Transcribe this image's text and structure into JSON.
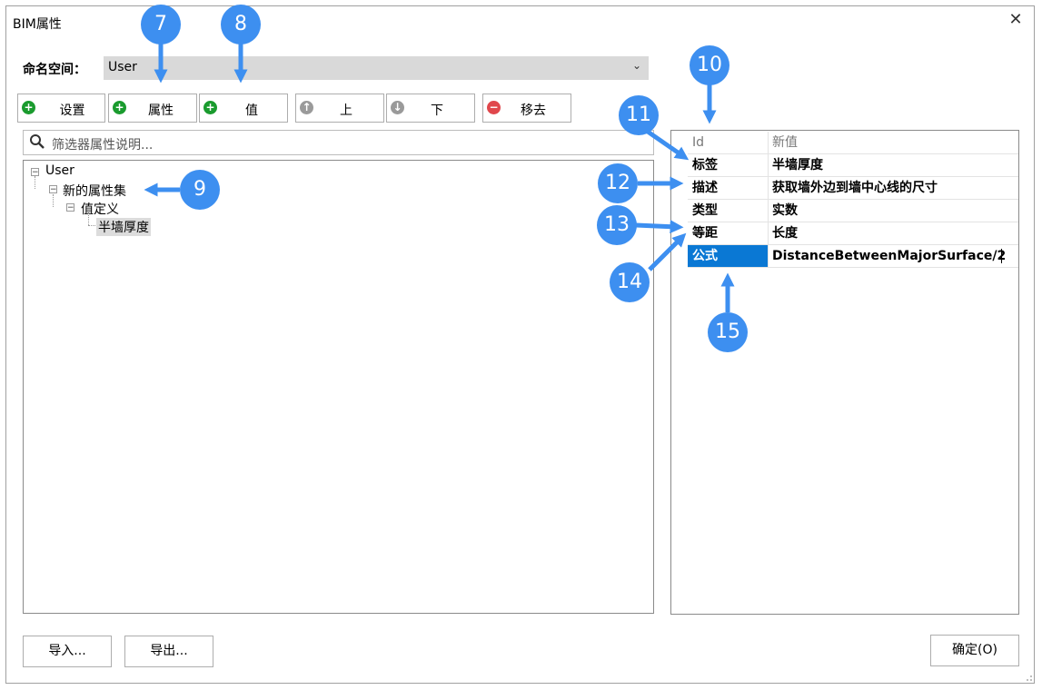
{
  "window": {
    "title": "BIM属性"
  },
  "namespace": {
    "label": "命名空间：",
    "value": "User"
  },
  "toolbar": {
    "settings_label": "设置",
    "property_label": "属性",
    "value_label": "值",
    "up_label": "上",
    "down_label": "下",
    "remove_label": "移去"
  },
  "search": {
    "placeholder": "筛选器属性说明..."
  },
  "tree": {
    "root": "User",
    "property_set": "新的属性集",
    "value_definition": "值定义",
    "selected_item": "半墙厚度"
  },
  "properties": {
    "header": {
      "key": "Id",
      "value": "新值"
    },
    "rows": [
      {
        "key": "标签",
        "value": "半墙厚度"
      },
      {
        "key": "描述",
        "value": "获取墙外边到墙中心线的尺寸"
      },
      {
        "key": "类型",
        "value": "实数"
      },
      {
        "key": "等距",
        "value": "长度"
      },
      {
        "key": "公式",
        "value": "DistanceBetweenMajorSurface/2"
      }
    ]
  },
  "footer": {
    "import_label": "导入...",
    "export_label": "导出...",
    "ok_label": "确定(O)"
  },
  "callouts": [
    "7",
    "8",
    "9",
    "10",
    "11",
    "12",
    "13",
    "14",
    "15"
  ],
  "colors": {
    "callout": "#3d8ff0",
    "selection": "#0a78d4",
    "add_icon": "#1a9b2e",
    "remove_icon": "#e0474c"
  }
}
